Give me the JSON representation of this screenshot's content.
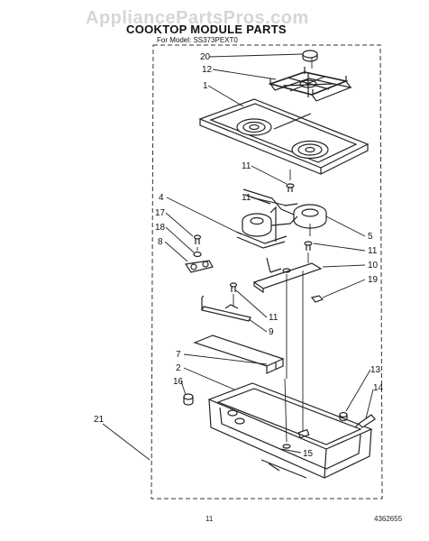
{
  "watermark": "AppliancePartsPros.com",
  "header": {
    "title": "COOKTOP MODULE PARTS",
    "model_line": "For Model: SS373PEXT0"
  },
  "callouts": {
    "c20": "20",
    "c12": "12",
    "c1": "1",
    "c11a": "11",
    "c11b": "11",
    "c4": "4",
    "c17": "17",
    "c18": "18",
    "c8": "8",
    "c5": "5",
    "c11c": "11",
    "c10": "10",
    "c19": "19",
    "c11d": "11",
    "c9": "9",
    "c7": "7",
    "c2": "2",
    "c16": "16",
    "c13": "13",
    "c14": "14",
    "c21": "21",
    "c15": "15"
  },
  "footer": {
    "page": "11",
    "doc_number": "4362655"
  }
}
